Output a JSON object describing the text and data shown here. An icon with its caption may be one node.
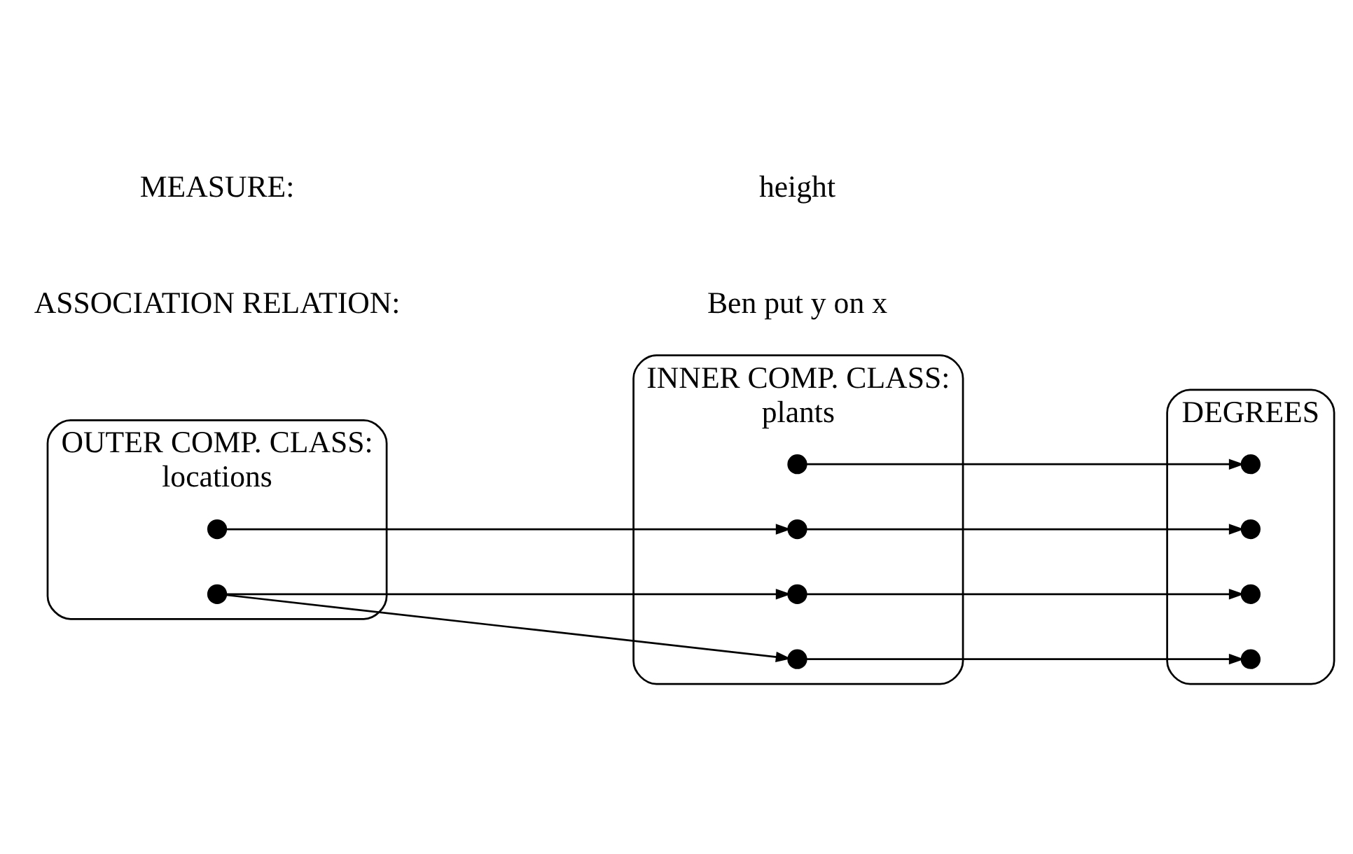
{
  "diagram": {
    "nodes": [
      {
        "text": [
          "OUTER COMP. CLASS:",
          "locations"
        ]
      },
      {
        "text": [],
        "shape": "circle",
        "in": 0
      },
      {
        "text": [],
        "shape": "circle",
        "in": 0
      },
      {
        "text": [
          "INNER COMP. CLASS:",
          "plants"
        ]
      },
      {
        "text": [],
        "shape": "circle",
        "in": 3
      },
      {
        "text": [],
        "shape": "circle",
        "in": 3
      },
      {
        "text": [],
        "shape": "circle",
        "in": 3
      },
      {
        "text": [],
        "shape": "circle",
        "in": 3
      },
      {
        "text": [
          "DEGREES"
        ]
      },
      {
        "text": [],
        "shape": "circle",
        "in": 8
      },
      {
        "text": [],
        "shape": "circle",
        "in": 8
      },
      {
        "text": [],
        "shape": "circle",
        "in": 8
      },
      {
        "text": [],
        "shape": "circle",
        "in": 8
      }
    ],
    "edges": [
      {
        "from": 1,
        "to": 5,
        "arrow": "to"
      },
      {
        "from": 2,
        "to": 6,
        "arrow": "to"
      },
      {
        "from": 2,
        "to": 7,
        "arrow": "to"
      },
      {
        "from": 4,
        "to": 9,
        "arrow": "to"
      },
      {
        "from": 5,
        "to": 10,
        "arrow": "to"
      },
      {
        "from": 6,
        "to": 11,
        "arrow": "to"
      },
      {
        "from": 7,
        "to": 12,
        "arrow": "to"
      }
    ],
    "labels": [
      "ASSOCIATION RELATION:",
      "Ben put y on x",
      "MEASURE:",
      "height"
    ]
  }
}
